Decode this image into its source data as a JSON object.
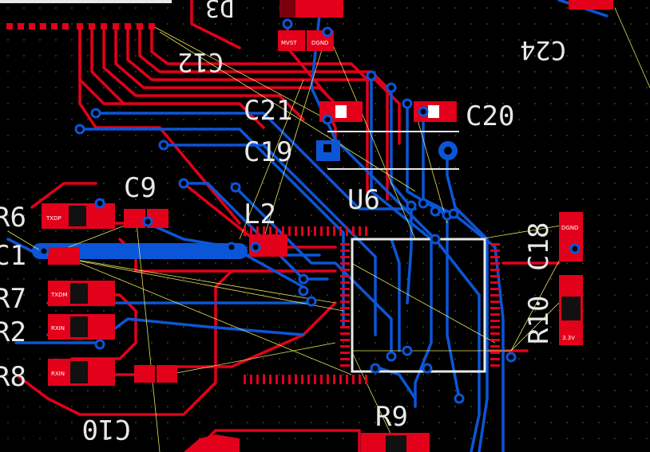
{
  "colors": {
    "background": "#000000",
    "top_copper": "#e3001b",
    "bottom_copper": "#0b56d6",
    "silkscreen": "#e8e8e8",
    "ratsnest": "#e6e05a",
    "grid_dot": "#3a5a2a"
  },
  "components": {
    "d3": "D3",
    "c12": "C12",
    "c24": "C24",
    "c21": "C21",
    "c20": "C20",
    "c19": "C19",
    "c9": "C9",
    "u6": "U6",
    "l2": "L2",
    "c18": "C18",
    "r10": "R10",
    "r9": "R9",
    "c10": "C10",
    "r6": "R6",
    "c1": "C1",
    "r7": "R7",
    "r2": "R2",
    "r8": "R8"
  },
  "pad_labels": {
    "mvst": "MVST",
    "dgnd": "DGND",
    "txdp": "TXDP",
    "txdm": "TXDM",
    "rxin": "RXIN",
    "nets_3v3": "3.3V"
  }
}
